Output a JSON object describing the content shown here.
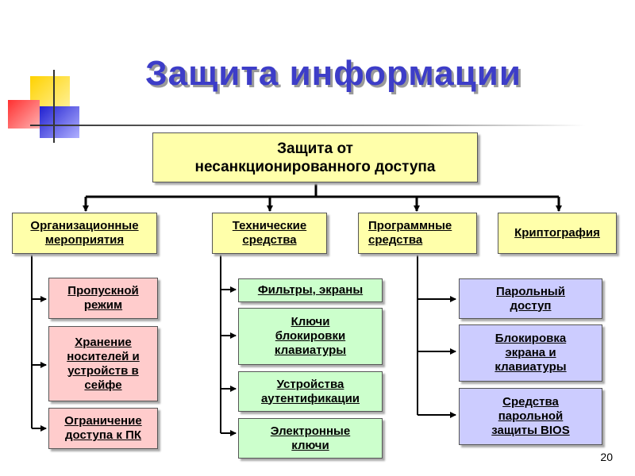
{
  "title": "Защита информации",
  "root": {
    "line1": "Защита от",
    "line2": "несанкционированного доступа"
  },
  "categories": {
    "org": {
      "line1": "Организационные",
      "line2": "мероприятия"
    },
    "tech": {
      "line1": "Технические",
      "line2": "средства"
    },
    "prog": {
      "line1": "Программные",
      "line2": "средства"
    },
    "crypto": {
      "label": "Криптография"
    }
  },
  "org_items": [
    {
      "line1": "Пропускной",
      "line2": "режим"
    },
    {
      "line1": "Хранение",
      "line2": "носителей и",
      "line3": "устройств в",
      "line4": "сейфе"
    },
    {
      "line1": "Ограничение",
      "line2": "доступа к ПК"
    }
  ],
  "tech_items": [
    {
      "line1": "Фильтры, экраны"
    },
    {
      "line1": "Ключи",
      "line2": "блокировки",
      "line3": "клавиатуры"
    },
    {
      "line1": "Устройства",
      "line2": "аутентификации"
    },
    {
      "line1": "Электронные",
      "line2": "ключи"
    }
  ],
  "prog_items": [
    {
      "line1": "Парольный",
      "line2": "доступ"
    },
    {
      "line1": "Блокировка",
      "line2": "экрана и",
      "line3": "клавиатуры"
    },
    {
      "line1": "Средства",
      "line2": "парольной",
      "line3": "защиты BIOS"
    }
  ],
  "page_number": "20",
  "colors": {
    "title": "#3d3dc8",
    "yellow_box": "#ffffaa",
    "pink_box": "#ffcccc",
    "green_box": "#ccffcc",
    "violet_box": "#ccccff",
    "decor_yellow": "#ffd200",
    "decor_red": "#ff5050",
    "decor_blue": "#3030e0"
  }
}
